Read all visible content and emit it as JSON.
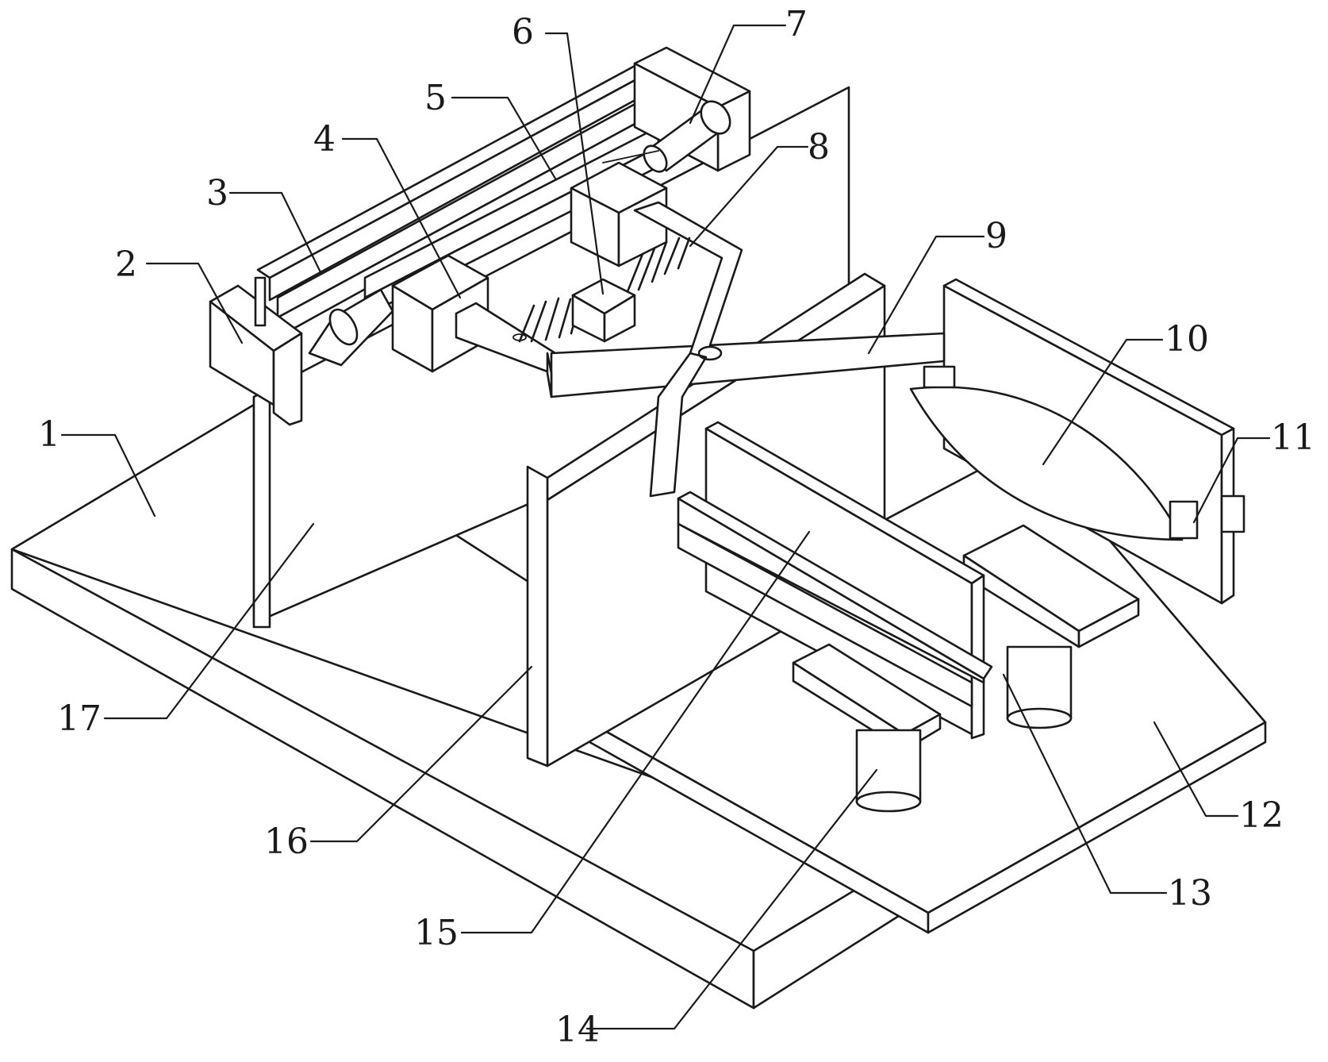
{
  "figure": {
    "line_color": "#1a1a1a",
    "background": "#ffffff",
    "labels": [
      {
        "id": "1",
        "text": "1"
      },
      {
        "id": "2",
        "text": "2"
      },
      {
        "id": "3",
        "text": "3"
      },
      {
        "id": "4",
        "text": "4"
      },
      {
        "id": "5",
        "text": "5"
      },
      {
        "id": "6",
        "text": "6"
      },
      {
        "id": "7",
        "text": "7"
      },
      {
        "id": "8",
        "text": "8"
      },
      {
        "id": "9",
        "text": "9"
      },
      {
        "id": "10",
        "text": "10"
      },
      {
        "id": "11",
        "text": "11"
      },
      {
        "id": "12",
        "text": "12"
      },
      {
        "id": "13",
        "text": "13"
      },
      {
        "id": "14",
        "text": "14"
      },
      {
        "id": "15",
        "text": "15"
      },
      {
        "id": "16",
        "text": "16"
      },
      {
        "id": "17",
        "text": "17"
      }
    ]
  }
}
